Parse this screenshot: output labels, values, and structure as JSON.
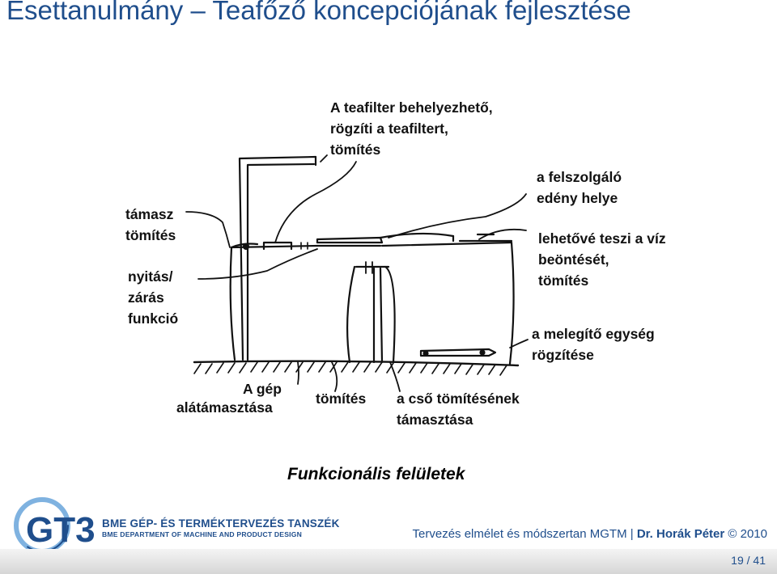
{
  "slide": {
    "title": "Esettanulmány – Teafőző koncepciójának fejlesztése",
    "caption": "Funkcionális felületek"
  },
  "labels": {
    "teafilter": [
      "A teafilter behelyezhető,",
      "rögzíti a teafiltert,",
      "tömítés"
    ],
    "felszolgalo": [
      "a felszolgáló",
      "edény helye"
    ],
    "tamasz": [
      "támasz",
      "tömítés"
    ],
    "nyitas": [
      "nyitás/",
      "zárás",
      "funkció"
    ],
    "viz": [
      "lehetővé teszi a víz",
      "beöntését,",
      "tömítés"
    ],
    "melegito": [
      "a melegítő egység",
      "rögzítése"
    ],
    "gep": [
      "A gép",
      "alátámasztása"
    ],
    "tomites": [
      "tömítés"
    ],
    "cso": [
      "a cső tömítésének",
      "támasztása"
    ]
  },
  "logo": {
    "mark": "GT3",
    "dept_line1": "BME GÉP- ÉS TERMÉKTERVEZÉS TANSZÉK",
    "dept_line2": "BME DEPARTMENT OF MACHINE AND PRODUCT DESIGN"
  },
  "footer": {
    "course": "Tervezés elmélet és módszertan MGTM",
    "separator": "|",
    "author": "Dr. Horák Péter",
    "copyright": "© 2010"
  },
  "page_number": "19 / 41",
  "colors": {
    "brand_blue": "#1f4e8c",
    "sketch": "#111111"
  }
}
